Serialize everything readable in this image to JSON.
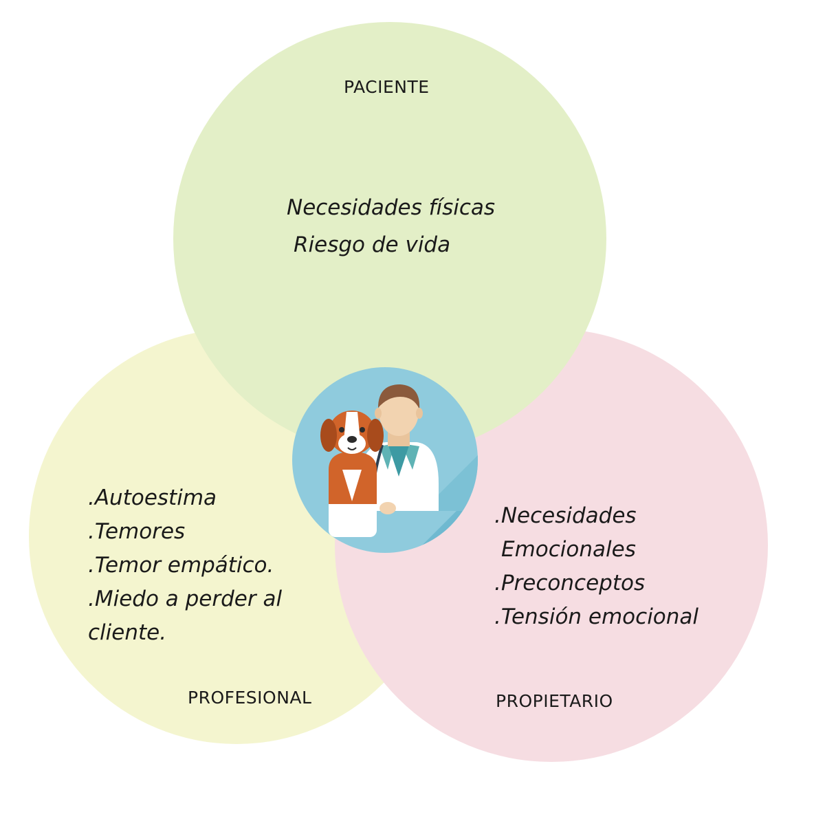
{
  "circles": {
    "paciente": {
      "label": "PACIENTE",
      "items": [
        "Necesidades físicas",
        "Riesgo de vida"
      ],
      "color": "#e3efc7"
    },
    "profesional": {
      "label": "PROFESIONAL",
      "items": [
        ".Autoestima",
        ".Temores",
        ".Temor empático.",
        ".Miedo a perder al",
        "cliente."
      ],
      "color": "#f4f5cf"
    },
    "propietario": {
      "label": "PROPIETARIO",
      "items": [
        ".Necesidades",
        "Emocionales",
        ".Preconceptos",
        ".Tensión emocional"
      ],
      "color": "#f6dde2"
    }
  },
  "center_icon": {
    "icon": "veterinarian-with-dog-icon",
    "colors": {
      "background": "#8fcbdd",
      "dog": "#d1642a",
      "coat": "#ffffff",
      "skin": "#f2d3b0"
    }
  }
}
